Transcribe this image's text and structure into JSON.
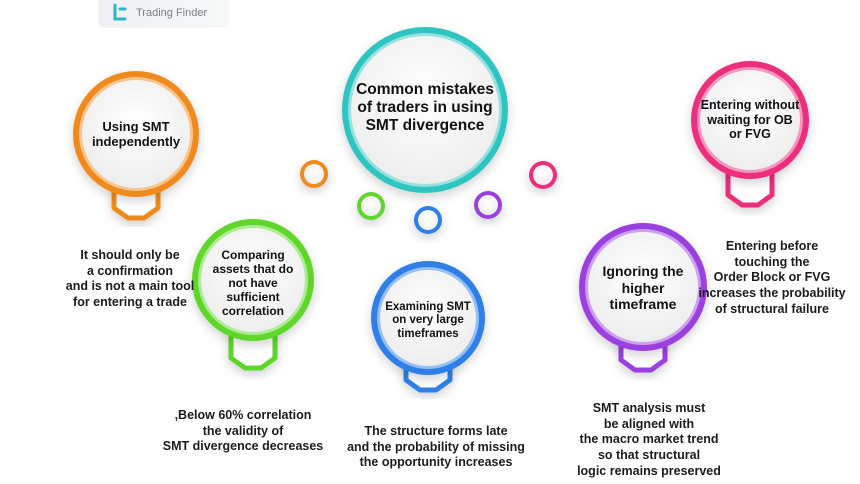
{
  "logo": {
    "text": "Trading Finder",
    "icon": "trading-finder-logo-icon"
  },
  "center": {
    "title": "Common mistakes of traders in using SMT divergence",
    "color": "#2ec4c0"
  },
  "items": [
    {
      "title": "Using SMT independently",
      "description": "It should only be\na confirmation\nand is not a main tool\nfor entering a trade",
      "color": "#f08a1c"
    },
    {
      "title": "Comparing assets that do not have sufficient correlation",
      "description": ",Below 60% correlation\nthe validity of\nSMT divergence decreases",
      "color": "#5ed62a"
    },
    {
      "title": "Examining SMT on very large timeframes",
      "description": "The structure forms late\nand the probability of missing\nthe opportunity increases",
      "color": "#2f7fe8"
    },
    {
      "title": "Ignoring the higher timeframe",
      "description": "SMT analysis must\nbe aligned with\nthe macro market trend\nso that structural\nlogic remains preserved",
      "color": "#9b3fe0"
    },
    {
      "title": "Entering without waiting for OB or FVG",
      "description": "Entering before\ntouching the\nOrder Block or FVG\nincreases the probability\nof structural failure",
      "color": "#ec2f7c"
    }
  ],
  "dots": [
    {
      "color": "#f08a1c"
    },
    {
      "color": "#5ed62a"
    },
    {
      "color": "#2f7fe8"
    },
    {
      "color": "#9b3fe0"
    },
    {
      "color": "#ec2f7c"
    }
  ]
}
